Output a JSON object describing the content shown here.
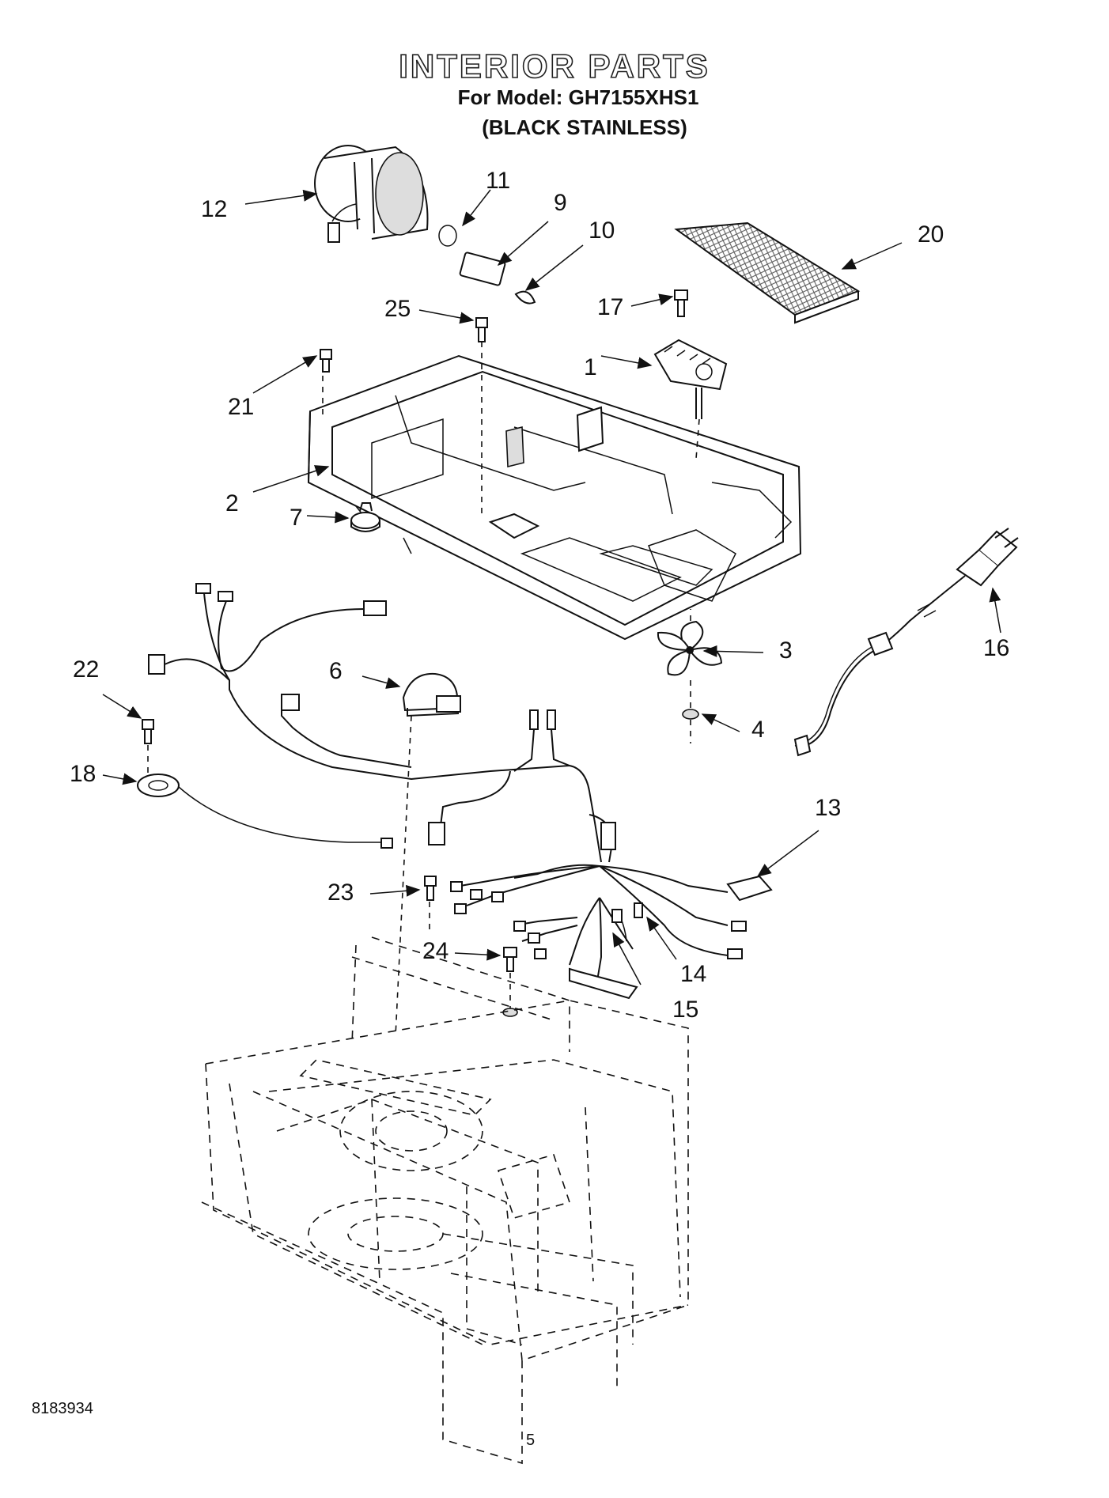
{
  "header": {
    "title": "INTERIOR PARTS",
    "model": "For Model: GH7155XHS1",
    "finish": "(BLACK STAINLESS)"
  },
  "callouts": [
    "1",
    "2",
    "3",
    "4",
    "6",
    "7",
    "9",
    "10",
    "11",
    "12",
    "13",
    "14",
    "15",
    "16",
    "17",
    "18",
    "20",
    "21",
    "22",
    "23",
    "24",
    "25"
  ],
  "footer": {
    "doc_number": "8183934",
    "page_number": "5"
  }
}
